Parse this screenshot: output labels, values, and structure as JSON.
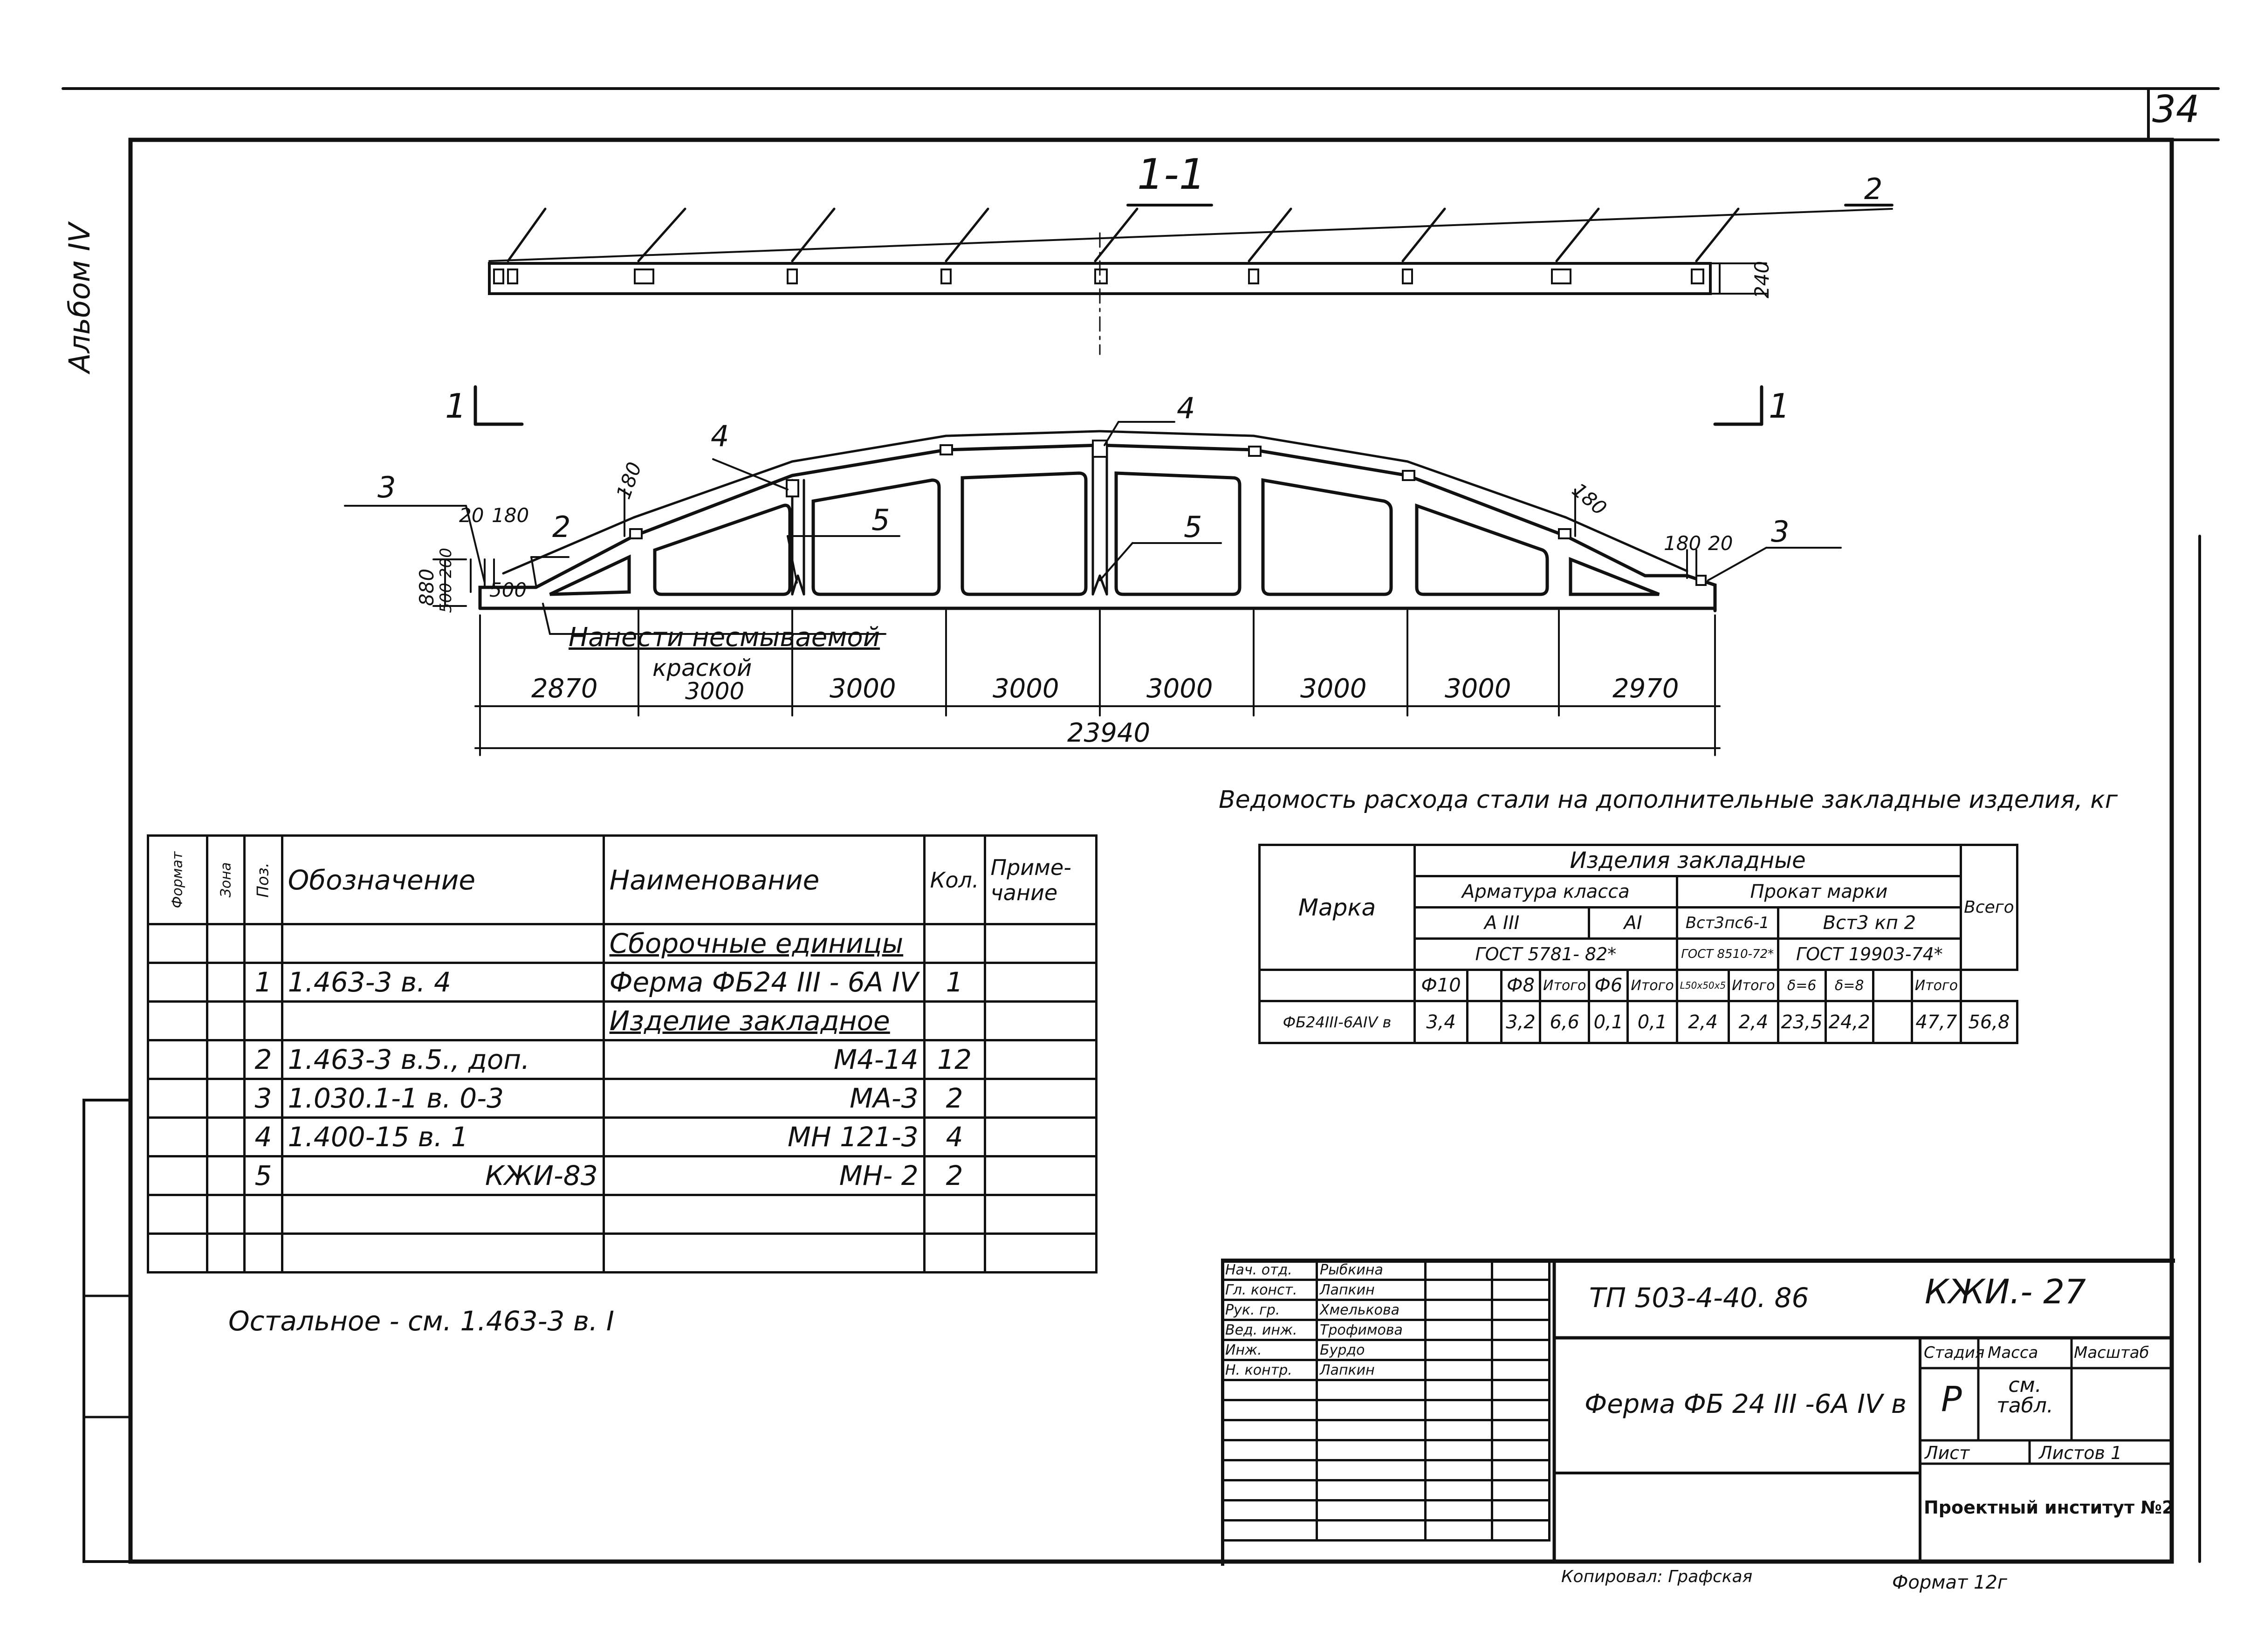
{
  "sheet_number": "34",
  "album_label": "Альбом IV",
  "section": {
    "title": "1-1",
    "marker_left": "1",
    "marker_right": "1",
    "height_dim": "240",
    "leader_2": "2"
  },
  "truss": {
    "callouts": [
      "3",
      "4",
      "4",
      "5",
      "5",
      "2",
      "3"
    ],
    "dims_small": [
      "20",
      "180",
      "180",
      "180",
      "180",
      "20",
      "880",
      "200",
      "500",
      "500"
    ],
    "note_line1": "Нанести несмываемой",
    "note_line2": "краской",
    "panels": [
      "2870",
      "3000",
      "3000",
      "3000",
      "3000",
      "3000",
      "3000",
      "2970"
    ],
    "total": "23940"
  },
  "spec_table": {
    "headers": {
      "format": "Формат",
      "zone": "Зона",
      "pos": "Поз.",
      "designation": "Обозначение",
      "name": "Наименование",
      "qty": "Кол.",
      "note": "Приме-чание"
    },
    "rows": [
      {
        "pos": "",
        "designation": "",
        "name": "Сборочные единицы",
        "qty": ""
      },
      {
        "pos": "1",
        "designation": "1.463-3      в. 4",
        "name": "Ферма ФБ24 III - 6А IV",
        "qty": "1"
      },
      {
        "pos": "",
        "designation": "",
        "name": "Изделие закладное",
        "qty": ""
      },
      {
        "pos": "2",
        "designation": "1.463-3   в.5., доп.",
        "name": "М4-14",
        "qty": "12"
      },
      {
        "pos": "3",
        "designation": "1.030.1-1  в. 0-3",
        "name": "МА-3",
        "qty": "2"
      },
      {
        "pos": "4",
        "designation": "1.400-15  в. 1",
        "name": "МН 121-3",
        "qty": "4"
      },
      {
        "pos": "5",
        "designation": "КЖИ-83",
        "name": "МН- 2",
        "qty": "2"
      },
      {
        "pos": "",
        "designation": "",
        "name": "",
        "qty": ""
      },
      {
        "pos": "",
        "designation": "",
        "name": "",
        "qty": ""
      }
    ]
  },
  "remainder_note": "Остальное  - см.    1.463-3    в. I",
  "steel_table": {
    "title": "Ведомость расхода стали на дополнительные закладные изделия, кг",
    "h_marka": "Марка",
    "h_items": "Изделия  закладные",
    "h_armatura": "Арматура класса",
    "h_prokat": "Прокат  марки",
    "h_vsego": "Всего",
    "h_aiii": "А III",
    "h_ai": "АI",
    "h_vst3ps": "Вст3пс6-1",
    "h_vst3kp": "Вст3  кп 2",
    "h_gost5781": "ГОСТ 5781- 82*",
    "h_gost8510": "ГОСТ 8510-72*",
    "h_gost19903": "ГОСТ 19903-74*",
    "cols": [
      "Ф10",
      "",
      "Ф8",
      "Итого",
      "Ф6",
      "Итого",
      "L50x50x5",
      "Итого",
      "δ=6",
      "δ=8",
      "",
      "Итого"
    ],
    "row": [
      "ФБ24III-6АIV в",
      "3,4",
      "",
      "3,2",
      "6,6",
      "0,1",
      "0,1",
      "2,4",
      "2,4",
      "23,5",
      "24,2",
      "",
      "47,7",
      "56,8"
    ]
  },
  "stamp": {
    "roles": [
      "Нач. отд.",
      "Гл. конст.",
      "Рук. гр.",
      "Вед. инж.",
      "Инж.",
      "Н. контр."
    ],
    "names": [
      "Рыбкина",
      "Лапкин",
      "Хмелькова",
      "Трофимова",
      "Бурдо",
      "Лапкин"
    ],
    "doc_code": "ТП 503-4-40. 86",
    "mark": "КЖИ.- 27",
    "title": "Ферма ФБ 24 III -6А IV в",
    "stage_h": "Стадия",
    "mass_h": "Масса",
    "scale_h": "Масштаб",
    "stage": "Р",
    "mass": "см. табл.",
    "sheet_h": "Лист",
    "sheets_h": "Листов 1",
    "institute": "Проектный институт №2"
  },
  "footer": {
    "copied": "Копировал: Графская",
    "format": "Формат 12г"
  }
}
